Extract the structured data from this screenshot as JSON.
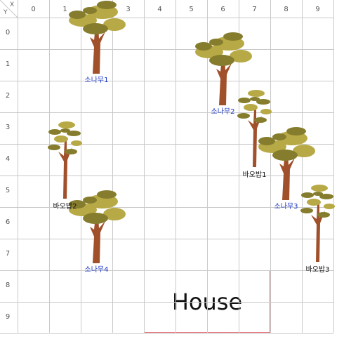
{
  "grid": {
    "axis_x_label": "X",
    "axis_y_label": "Y",
    "columns": [
      "0",
      "1",
      "2",
      "3",
      "4",
      "5",
      "6",
      "7",
      "8",
      "9"
    ],
    "rows": [
      "0",
      "1",
      "2",
      "3",
      "4",
      "5",
      "6",
      "7",
      "8",
      "9"
    ]
  },
  "house": {
    "label": "House",
    "border_color": "#e06a74"
  },
  "trees": [
    {
      "id": "pine1",
      "kind": "pine",
      "label": "소나무1",
      "col": 2,
      "row": 1
    },
    {
      "id": "pine2",
      "kind": "pine",
      "label": "소나무2",
      "col": 6,
      "row": 2
    },
    {
      "id": "pine3",
      "kind": "pine",
      "label": "소나무3",
      "col": 8,
      "row": 5
    },
    {
      "id": "pine4",
      "kind": "pine",
      "label": "소나무4",
      "col": 2,
      "row": 7
    },
    {
      "id": "baobab1",
      "kind": "baobab",
      "label": "바오밥1",
      "col": 7,
      "row": 4
    },
    {
      "id": "baobab2",
      "kind": "baobab",
      "label": "바오밥2",
      "col": 1,
      "row": 5
    },
    {
      "id": "baobab3",
      "kind": "baobab",
      "label": "바오밥3",
      "col": 9,
      "row": 7
    }
  ],
  "colors": {
    "pine_label": "#1a34c4",
    "baobab_label": "#111111",
    "trunk": "#a0502a",
    "foliage": "#b7a945",
    "foliage_dark": "#857d2d"
  }
}
